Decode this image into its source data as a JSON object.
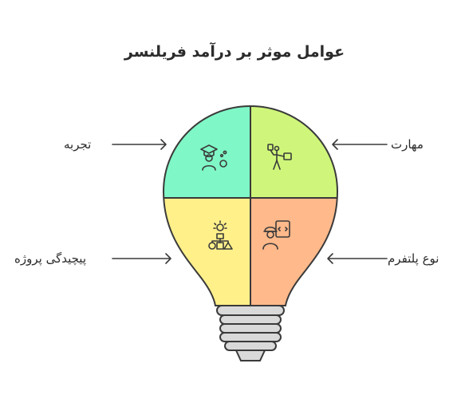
{
  "title": "عوامل موثر بر درآمد فریلنسر",
  "quadrants": [
    {
      "label": "تجربه",
      "color": "#7ff7c6"
    },
    {
      "label": "مهارت",
      "color": "#cff67a"
    },
    {
      "label": "پیچیدگی پروژه",
      "color": "#fff08a"
    },
    {
      "label": "نوع پلتفرم",
      "color": "#ffb98a"
    }
  ],
  "icons": [
    "graduate-thinking-icon",
    "person-balancing-items-icon",
    "idea-hierarchy-icon",
    "worker-coding-icon"
  ],
  "stroke_color": "#3a3a3a",
  "base_color": "#d9d9d9"
}
